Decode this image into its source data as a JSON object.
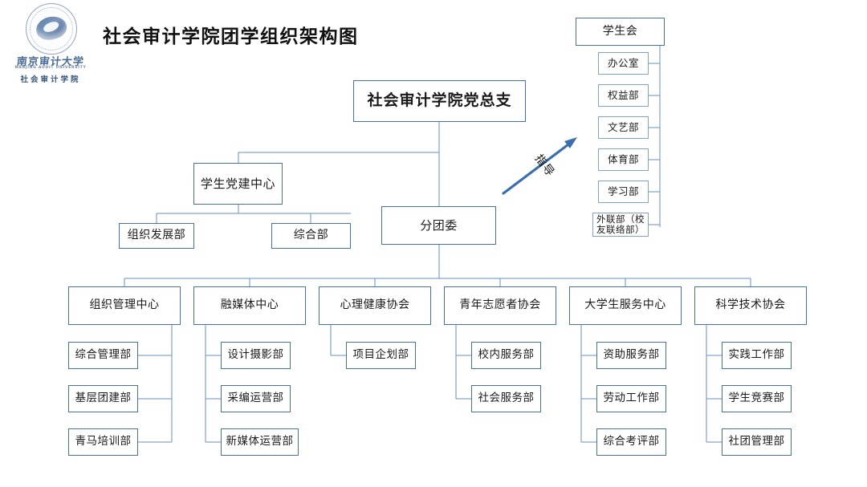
{
  "page": {
    "title": "社会审计学院团学组织架构图",
    "colors": {
      "box_border": "#4472a8",
      "thin_border": "#7fa3cd",
      "connector": "#6a8fc0",
      "arrow": "#3b6ead",
      "text": "#1a1a1a",
      "background": "#ffffff"
    }
  },
  "logo": {
    "name": "nanjing-audit-university-logo",
    "cn_name": "南京审计大学",
    "en_name": "NANJING AUDIT UNIVERSITY",
    "sub_name": "社会审计学院",
    "seal_text": "社会审计学院"
  },
  "chart_data": {
    "type": "diagram",
    "title": "社会审计学院团学组织架构图",
    "root": "社会审计学院党总支",
    "relation_label": "指导",
    "nodes": {
      "party_branch": "社会审计学院党总支",
      "party_building_center": "学生党建中心",
      "youth_league_committee": "分团委",
      "student_union": "学生会"
    },
    "party_building_children": [
      "组织发展部",
      "综合部"
    ],
    "student_union_children": [
      "办公室",
      "权益部",
      "文艺部",
      "体育部",
      "学习部",
      "外联部（校友联络部）"
    ],
    "league_columns": [
      {
        "name": "组织管理中心",
        "children": [
          "综合管理部",
          "基层团建部",
          "青马培训部"
        ],
        "spine": "right"
      },
      {
        "name": "融媒体中心",
        "children": [
          "设计摄影部",
          "采编运营部",
          "新媒体运营部"
        ],
        "spine": "left"
      },
      {
        "name": "心理健康协会",
        "children": [
          "项目企划部"
        ],
        "spine": "left"
      },
      {
        "name": "青年志愿者协会",
        "children": [
          "校内服务部",
          "社会服务部"
        ],
        "spine": "left"
      },
      {
        "name": "大学生服务中心",
        "children": [
          "资助服务部",
          "劳动工作部",
          "综合考评部"
        ],
        "spine": "left"
      },
      {
        "name": "科学技术协会",
        "children": [
          "实践工作部",
          "学生竞赛部",
          "社团管理部"
        ],
        "spine": "left"
      }
    ]
  }
}
